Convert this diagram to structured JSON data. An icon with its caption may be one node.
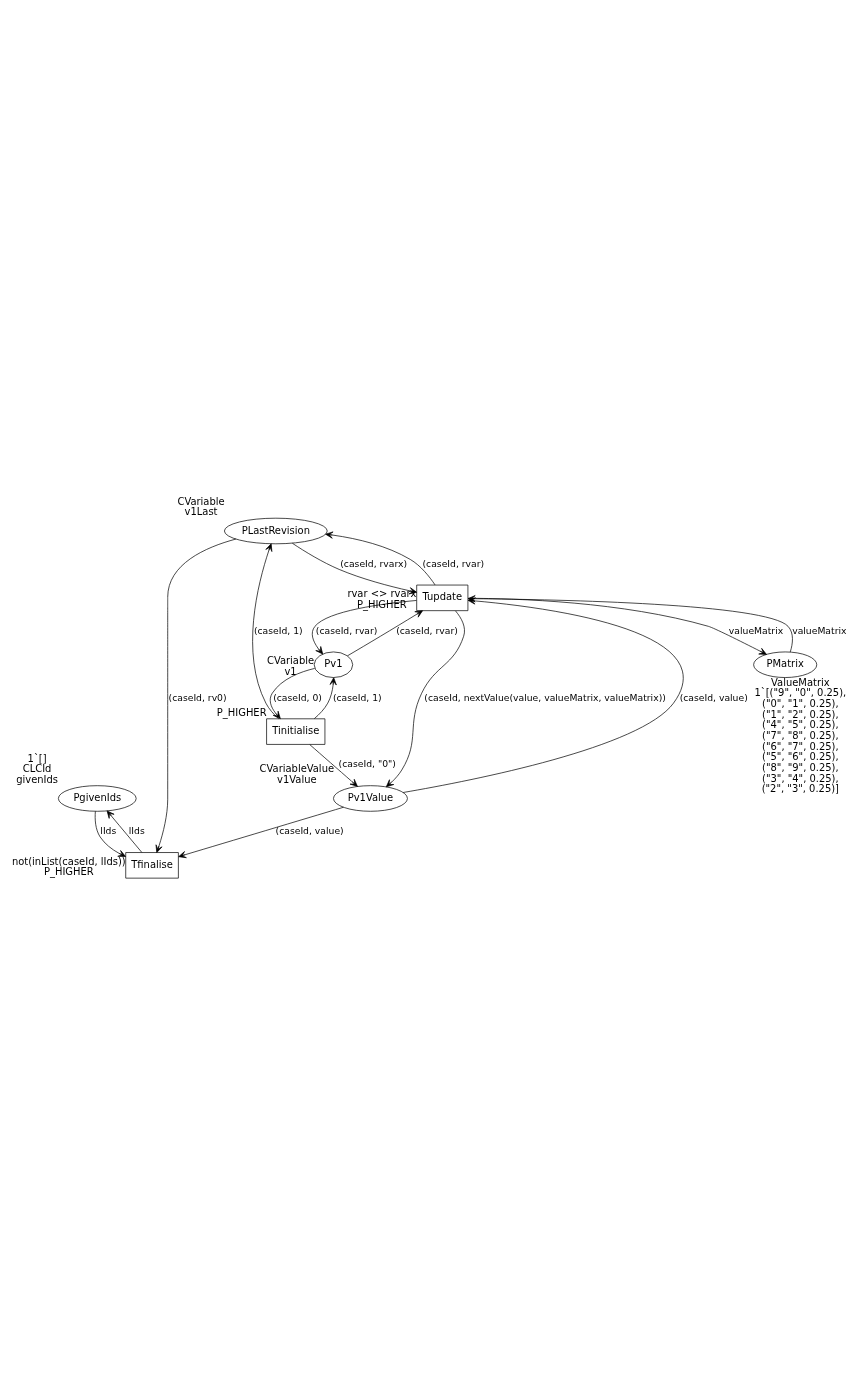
{
  "diagram": {
    "nodes": [
      {
        "text": [
          "PgivenIds"
        ],
        "beside": [
          "1`[]",
          "CLCId",
          "givenIds"
        ]
      },
      {
        "text": [
          "Tfinalise"
        ],
        "beside": [
          "not(inList(caseId, lIds))",
          "P_HIGHER"
        ]
      },
      {
        "text": [
          "Tinitialise"
        ],
        "beside": [
          "P_HIGHER"
        ]
      },
      {
        "text": [
          "PLastRevision"
        ],
        "beside": [
          "CVariable",
          "v1Last"
        ]
      },
      {
        "text": [
          "Pv1"
        ],
        "beside": [
          "CVariable",
          "v1"
        ]
      },
      {
        "text": [
          "Tupdate"
        ],
        "beside": [
          "rvar <> rvarx",
          "P_HIGHER"
        ]
      },
      {
        "text": [
          "Pv1Value"
        ],
        "beside": [
          "CVariableValue",
          "v1Value"
        ]
      },
      {
        "text": [
          "PMatrix"
        ],
        "beside": [
          "ValueMatrix",
          "1`[(\"9\", \"0\", 0.25), (\"0\", \"1\", 0.25), (\"1\", \"2\", 0.25), (\"4\", \"5\", 0.25), (\"7\", \"8\", 0.25), (\"6\", \"7\", 0.25), (\"5\", \"6\", 0.25), (\"8\", \"9\", 0.25), (\"3\", \"4\", 0.25), (\"2\", \"3\", 0.25)]"
        ]
      }
    ],
    "edges": [
      {
        "from": 1,
        "to": 0,
        "arrow": "to",
        "label": "lIds"
      },
      {
        "from": 0,
        "to": 1,
        "arrow": "to",
        "label": "lIds"
      },
      {
        "from": 3,
        "to": 1,
        "arrow": "to",
        "label": "(caseId, rv0)"
      },
      {
        "from": 6,
        "to": 1,
        "arrow": "to",
        "label": "(caseId, value)"
      },
      {
        "from": 2,
        "to": 3,
        "arrow": "to",
        "label": "(caseId, 1)"
      },
      {
        "from": 2,
        "to": 4,
        "arrow": "to",
        "label": "(caseId, 1)"
      },
      {
        "from": 4,
        "to": 2,
        "arrow": "to",
        "label": "(caseId, 0)"
      },
      {
        "from": 2,
        "to": 6,
        "arrow": "to",
        "label": "(caseId, \"0\")"
      },
      {
        "from": 5,
        "to": 4,
        "arrow": "to",
        "label": "(caseId, rvar)"
      },
      {
        "from": 4,
        "to": 5,
        "arrow": "to",
        "label": "(caseId, rvar)"
      },
      {
        "from": 3,
        "to": 5,
        "arrow": "to",
        "label": "(caseId, rvarx)"
      },
      {
        "from": 5,
        "to": 3,
        "arrow": "to",
        "label": "(caseId, rvar)"
      },
      {
        "from": 6,
        "to": 5,
        "arrow": "to",
        "label": "(caseId, value)"
      },
      {
        "from": 5,
        "to": 6,
        "arrow": "to",
        "label": "(caseId, nextValue(value, valueMatrix, valueMatrix))"
      },
      {
        "from": 5,
        "to": 7,
        "arrow": "to",
        "label": "valueMatrix"
      },
      {
        "from": 7,
        "to": 5,
        "arrow": "to",
        "label": "valueMatrix"
      }
    ]
  }
}
